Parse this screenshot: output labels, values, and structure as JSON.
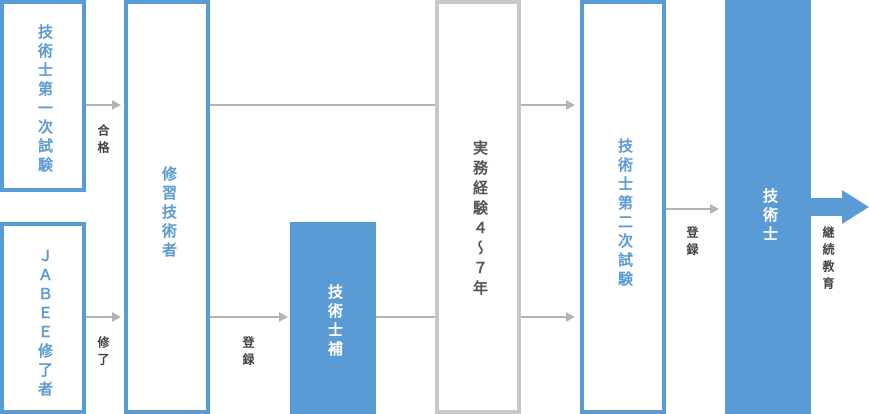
{
  "nodes": {
    "exam1": "技術士第一次試験",
    "jabee": "ＪＡＢＥＥ修了者",
    "syuusyuu": "修習技術者",
    "hokan": "技術士補",
    "jitsumu": "実務経験４～７年",
    "exam2": "技術士第二次試験",
    "gijutsushi": "技術士"
  },
  "edges": {
    "pass": "合格",
    "complete": "修了",
    "register1": "登録",
    "register2": "登録",
    "continuing": "継続教育"
  },
  "colors": {
    "blue": "#5b9bd5",
    "grey": "#c8c8c8",
    "line": "#b3b3b3"
  }
}
